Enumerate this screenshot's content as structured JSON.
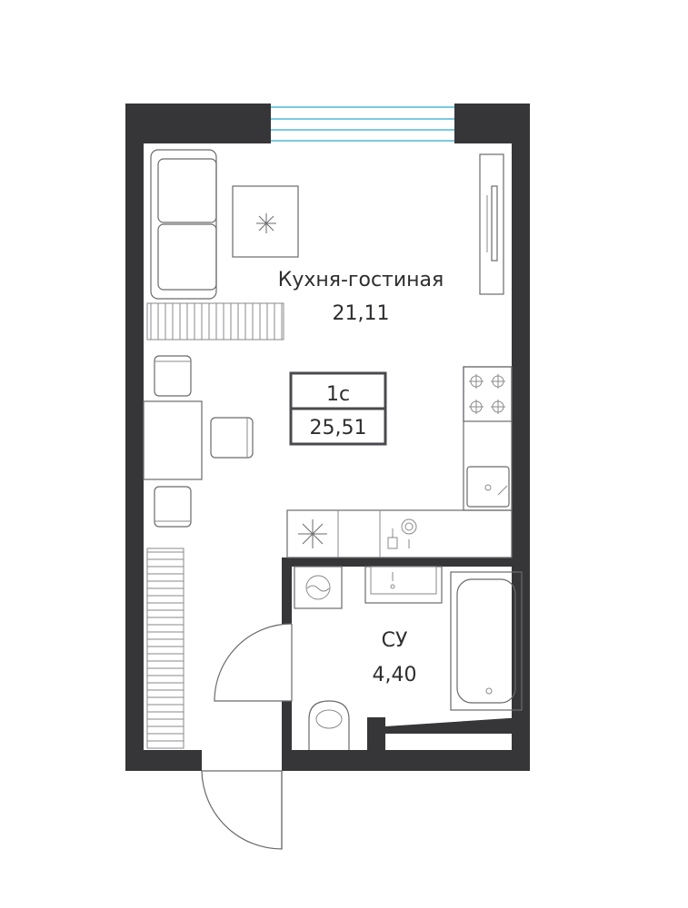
{
  "plan": {
    "unit_type": "1с",
    "total_area": "25,51",
    "rooms": [
      {
        "name": "Кухня-гостиная",
        "area": "21,11"
      },
      {
        "name": "СУ",
        "area": "4,40"
      }
    ]
  },
  "colors": {
    "wall": "#363638",
    "window": "#4fb9d8",
    "line": "#6a6a6e",
    "text": "#2e2e30"
  },
  "icons": [
    "sofa-icon",
    "rug-icon",
    "tv-icon",
    "chair-icon",
    "table-icon",
    "stove-icon",
    "sink-icon",
    "washing-machine-icon",
    "bathtub-icon",
    "toilet-icon",
    "door-icon"
  ]
}
